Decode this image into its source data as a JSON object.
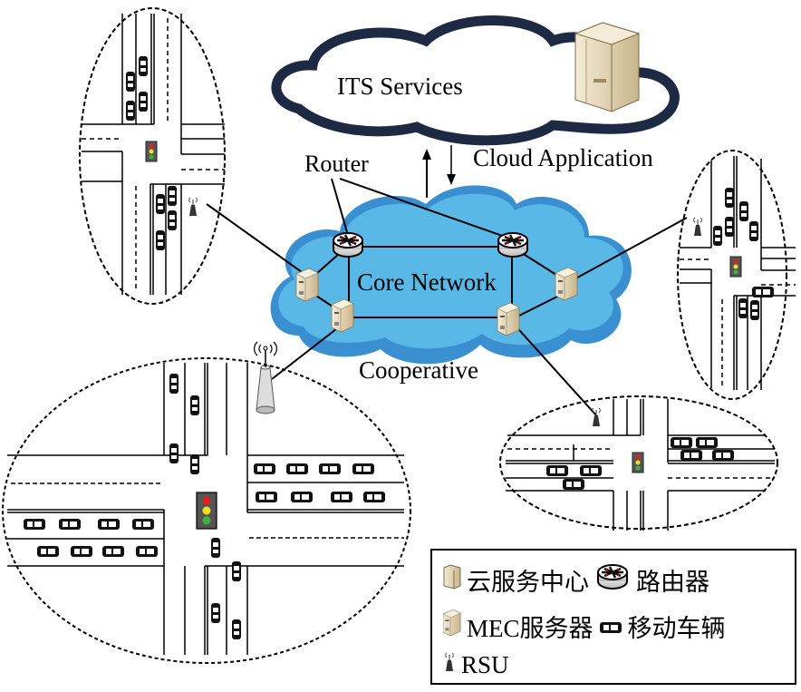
{
  "labels": {
    "its_services": "ITS Services",
    "cloud_application": "Cloud Application",
    "router": "Router",
    "core_network": "Core Network",
    "cooperative": "Cooperative"
  },
  "legend": {
    "items": [
      {
        "icon": "cloud-server-icon",
        "label": "云服务中心"
      },
      {
        "icon": "router-icon",
        "label": "路由器"
      },
      {
        "icon": "mec-server-icon",
        "label": "MEC服务器"
      },
      {
        "icon": "vehicle-icon",
        "label": "移动车辆"
      },
      {
        "icon": "rsu-icon",
        "label": "RSU"
      }
    ]
  },
  "colors": {
    "core_cloud": "#5ab8e6",
    "core_cloud_dark": "#3a8fd0",
    "its_cloud_outline": "#1e2a44",
    "server_beige": "#e8d9b5",
    "traffic_red": "#e02020",
    "traffic_yellow": "#f0e020",
    "traffic_green": "#40b040"
  }
}
